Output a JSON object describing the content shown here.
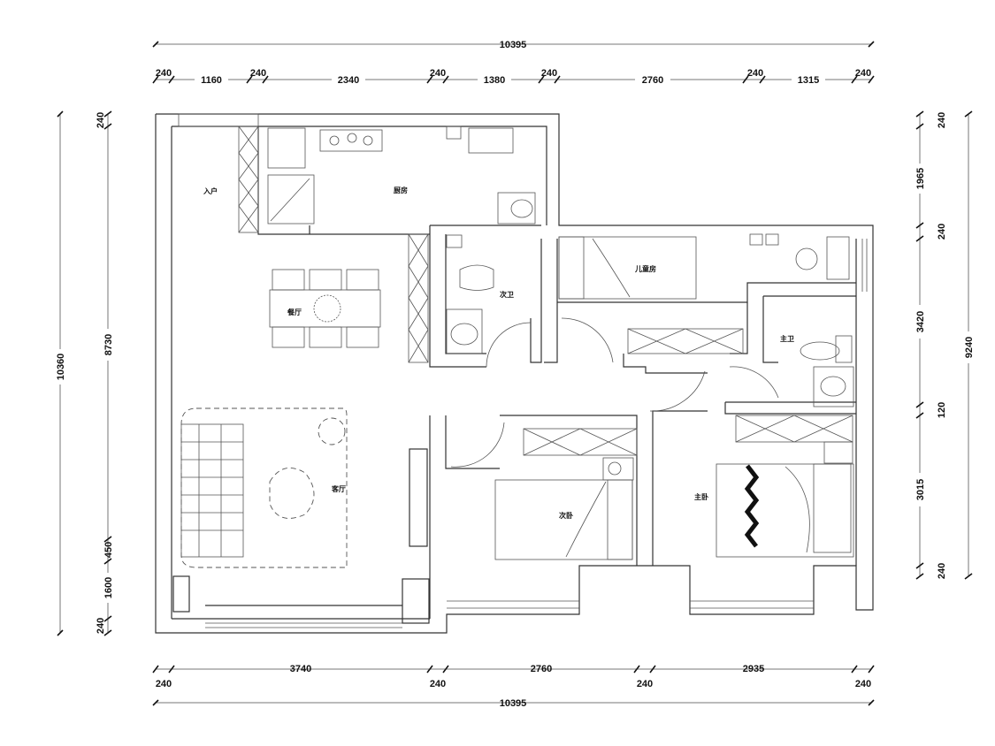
{
  "dimensions": {
    "top_overall": "10395",
    "top_segments": [
      "240",
      "1160",
      "240",
      "2340",
      "240",
      "1380",
      "240",
      "2760",
      "240",
      "1315",
      "240"
    ],
    "bottom_segments": [
      "3740",
      "2760",
      "2935"
    ],
    "bottom_walls": [
      "240",
      "240",
      "240",
      "240"
    ],
    "bottom_overall": "10395",
    "left_overall": "10360",
    "left_segments": [
      "240",
      "8730",
      "450",
      "1600",
      "240"
    ],
    "right_segments": [
      "240",
      "1965",
      "240",
      "3420",
      "120",
      "3015",
      "240"
    ],
    "right_overall": "9240"
  },
  "rooms": {
    "entry": "入户",
    "kitchen": "厨房",
    "dining": "餐厅",
    "second_bath": "次卫",
    "kids_room": "儿童房",
    "master_bath": "主卫",
    "living": "客厅",
    "second_bedroom": "次卧",
    "master_bedroom": "主卧"
  }
}
